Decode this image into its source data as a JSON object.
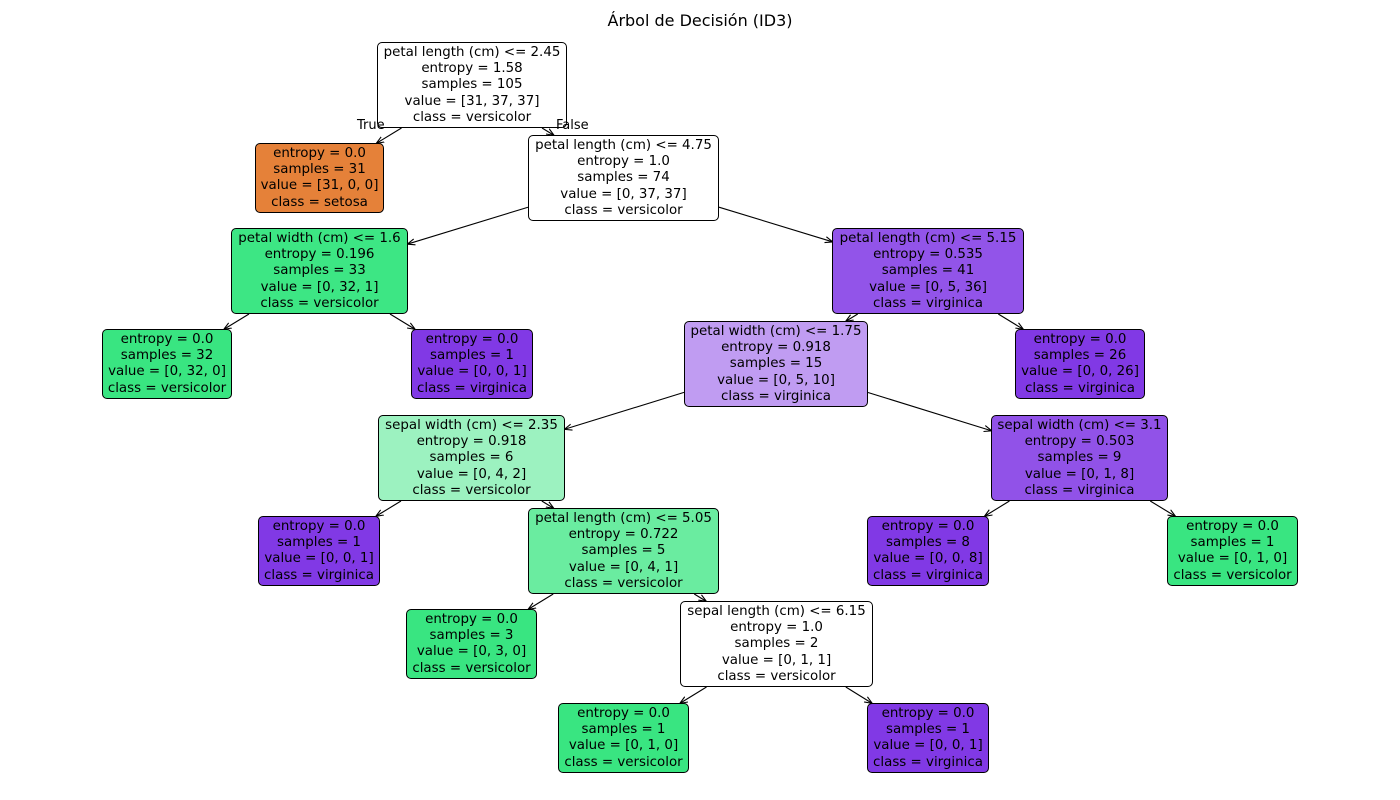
{
  "title": "Árbol de Decisión (ID3)",
  "colors": {
    "setosa": "#e58139",
    "versicolor": "#39e581",
    "virginica": "#8139e5"
  },
  "edge_labels": {
    "true": "True",
    "false": "False"
  },
  "nodes": [
    {
      "id": "n0",
      "lines": [
        "petal length (cm) <= 2.45",
        "entropy = 1.58",
        "samples = 105",
        "value = [31, 37, 37]",
        "class = versicolor"
      ],
      "fill": "#ffffff"
    },
    {
      "id": "n1",
      "lines": [
        "entropy = 0.0",
        "samples = 31",
        "value = [31, 0, 0]",
        "class = setosa"
      ],
      "fill": "#e58139"
    },
    {
      "id": "n2",
      "lines": [
        "petal length (cm) <= 4.75",
        "entropy = 1.0",
        "samples = 74",
        "value = [0, 37, 37]",
        "class = versicolor"
      ],
      "fill": "#ffffff"
    },
    {
      "id": "n3",
      "lines": [
        "petal width (cm) <= 1.6",
        "entropy = 0.196",
        "samples = 33",
        "value = [0, 32, 1]",
        "class = versicolor"
      ],
      "fill": "#3de684"
    },
    {
      "id": "n4",
      "lines": [
        "petal length (cm) <= 5.15",
        "entropy = 0.535",
        "samples = 41",
        "value = [0, 5, 36]",
        "class = virginica"
      ],
      "fill": "#9254e9"
    },
    {
      "id": "n5",
      "lines": [
        "entropy = 0.0",
        "samples = 32",
        "value = [0, 32, 0]",
        "class = versicolor"
      ],
      "fill": "#39e581"
    },
    {
      "id": "n6",
      "lines": [
        "entropy = 0.0",
        "samples = 1",
        "value = [0, 0, 1]",
        "class = virginica"
      ],
      "fill": "#8139e5"
    },
    {
      "id": "n7",
      "lines": [
        "petal width (cm) <= 1.75",
        "entropy = 0.918",
        "samples = 15",
        "value = [0, 5, 10]",
        "class = virginica"
      ],
      "fill": "#c09cf2"
    },
    {
      "id": "n8",
      "lines": [
        "entropy = 0.0",
        "samples = 26",
        "value = [0, 0, 26]",
        "class = virginica"
      ],
      "fill": "#8139e5"
    },
    {
      "id": "n9",
      "lines": [
        "sepal width (cm) <= 2.35",
        "entropy = 0.918",
        "samples = 6",
        "value = [0, 4, 2]",
        "class = versicolor"
      ],
      "fill": "#9cf2c0"
    },
    {
      "id": "n10",
      "lines": [
        "sepal width (cm) <= 3.1",
        "entropy = 0.503",
        "samples = 9",
        "value = [0, 1, 8]",
        "class = virginica"
      ],
      "fill": "#9152e8"
    },
    {
      "id": "n11",
      "lines": [
        "entropy = 0.0",
        "samples = 1",
        "value = [0, 0, 1]",
        "class = virginica"
      ],
      "fill": "#8139e5"
    },
    {
      "id": "n12",
      "lines": [
        "petal length (cm) <= 5.05",
        "entropy = 0.722",
        "samples = 5",
        "value = [0, 4, 1]",
        "class = versicolor"
      ],
      "fill": "#6aeca0"
    },
    {
      "id": "n13",
      "lines": [
        "entropy = 0.0",
        "samples = 8",
        "value = [0, 0, 8]",
        "class = virginica"
      ],
      "fill": "#8139e5"
    },
    {
      "id": "n14",
      "lines": [
        "entropy = 0.0",
        "samples = 1",
        "value = [0, 1, 0]",
        "class = versicolor"
      ],
      "fill": "#39e581"
    },
    {
      "id": "n15",
      "lines": [
        "entropy = 0.0",
        "samples = 3",
        "value = [0, 3, 0]",
        "class = versicolor"
      ],
      "fill": "#39e581"
    },
    {
      "id": "n16",
      "lines": [
        "sepal length (cm) <= 6.15",
        "entropy = 1.0",
        "samples = 2",
        "value = [0, 1, 1]",
        "class = versicolor"
      ],
      "fill": "#ffffff"
    },
    {
      "id": "n17",
      "lines": [
        "entropy = 0.0",
        "samples = 1",
        "value = [0, 1, 0]",
        "class = versicolor"
      ],
      "fill": "#39e581"
    },
    {
      "id": "n18",
      "lines": [
        "entropy = 0.0",
        "samples = 1",
        "value = [0, 0, 1]",
        "class = virginica"
      ],
      "fill": "#8139e5"
    }
  ],
  "edges": [
    [
      "n0",
      "n1"
    ],
    [
      "n0",
      "n2"
    ],
    [
      "n2",
      "n3"
    ],
    [
      "n2",
      "n4"
    ],
    [
      "n3",
      "n5"
    ],
    [
      "n3",
      "n6"
    ],
    [
      "n4",
      "n7"
    ],
    [
      "n4",
      "n8"
    ],
    [
      "n7",
      "n9"
    ],
    [
      "n7",
      "n10"
    ],
    [
      "n9",
      "n11"
    ],
    [
      "n9",
      "n12"
    ],
    [
      "n10",
      "n13"
    ],
    [
      "n10",
      "n14"
    ],
    [
      "n12",
      "n15"
    ],
    [
      "n12",
      "n16"
    ],
    [
      "n16",
      "n17"
    ],
    [
      "n16",
      "n18"
    ]
  ]
}
